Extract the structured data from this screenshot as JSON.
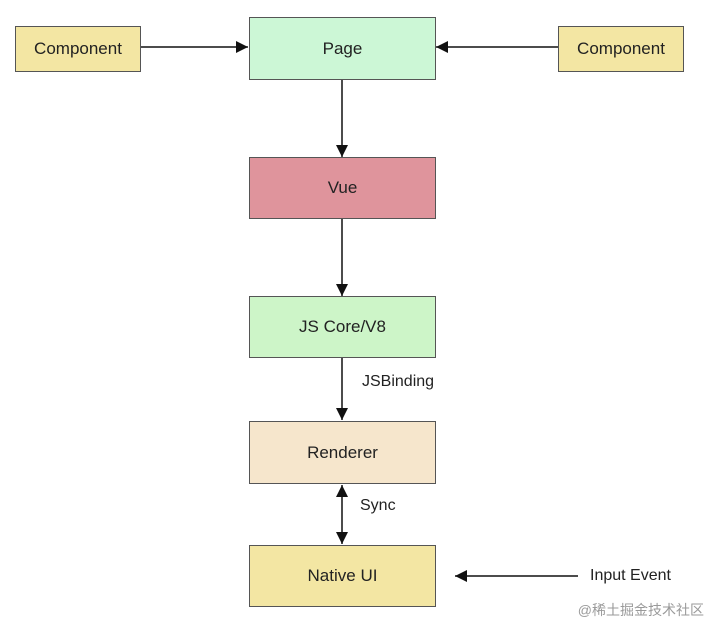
{
  "nodes": {
    "page": {
      "label": "Page",
      "color": "#ccf7d6"
    },
    "component_left": {
      "label": "Component",
      "color": "#f3e6a3"
    },
    "component_right": {
      "label": "Component",
      "color": "#f3e6a3"
    },
    "vue": {
      "label": "Vue",
      "color": "#df949c"
    },
    "jscore": {
      "label": "JS Core/V8",
      "color": "#cdf5c8"
    },
    "renderer": {
      "label": "Renderer",
      "color": "#f6e6cc"
    },
    "native_ui": {
      "label": "Native UI",
      "color": "#f3e6a3"
    }
  },
  "edge_labels": {
    "jsbinding": "JSBinding",
    "sync": "Sync",
    "input_event": "Input Event"
  },
  "watermark": "@稀土掘金技术社区"
}
